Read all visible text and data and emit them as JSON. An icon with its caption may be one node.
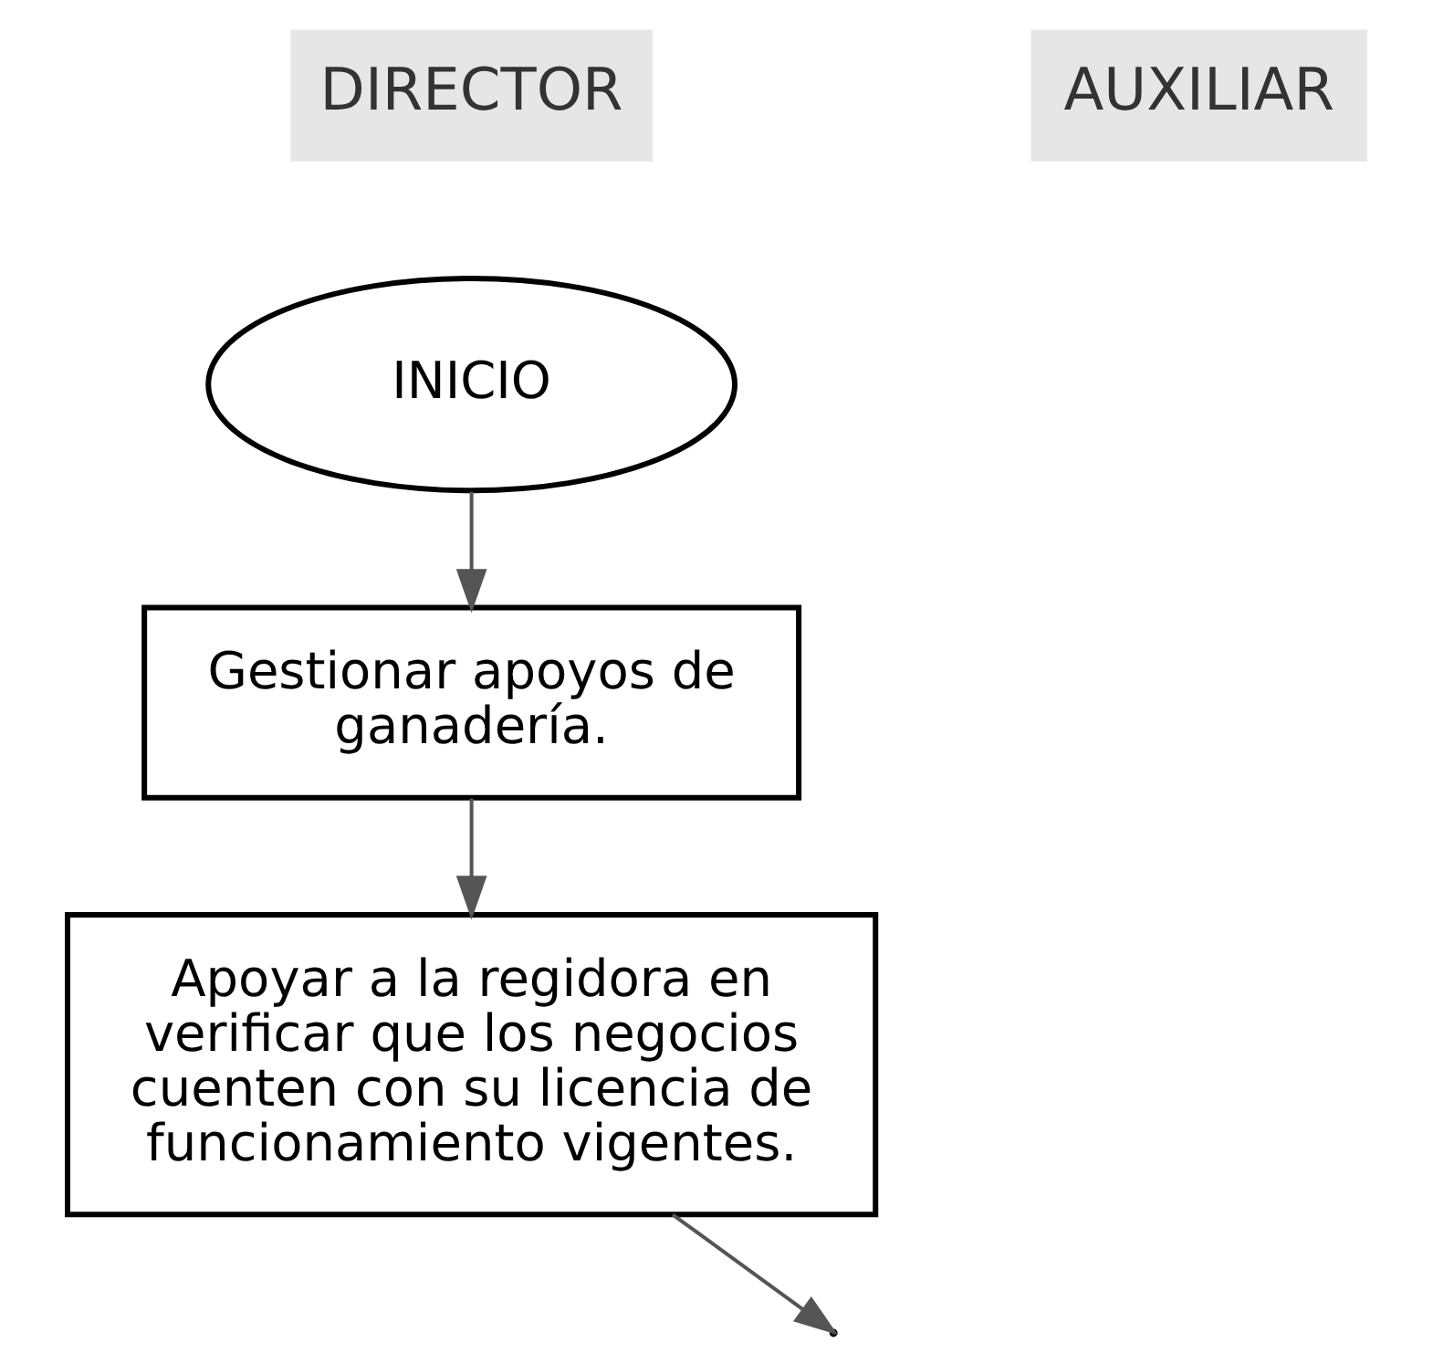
{
  "diagram": {
    "nodes": [
      {
        "text": [
          "INICIO"
        ]
      },
      {
        "text": [
          "Gestionar apoyos de ganadería."
        ]
      },
      {
        "text": [
          "Apoyar a la regidora en verificar que los negocios cuenten con su licencia de funcionamiento vigentes."
        ]
      }
    ],
    "edges": [
      {
        "from": 0,
        "to": 1,
        "arrow": "to"
      },
      {
        "from": 1,
        "to": 2,
        "arrow": "to"
      },
      {
        "from": 2,
        "to": null,
        "arrow": "to"
      }
    ],
    "labels": [
      "DIRECTOR",
      "AUXILIAR"
    ]
  }
}
